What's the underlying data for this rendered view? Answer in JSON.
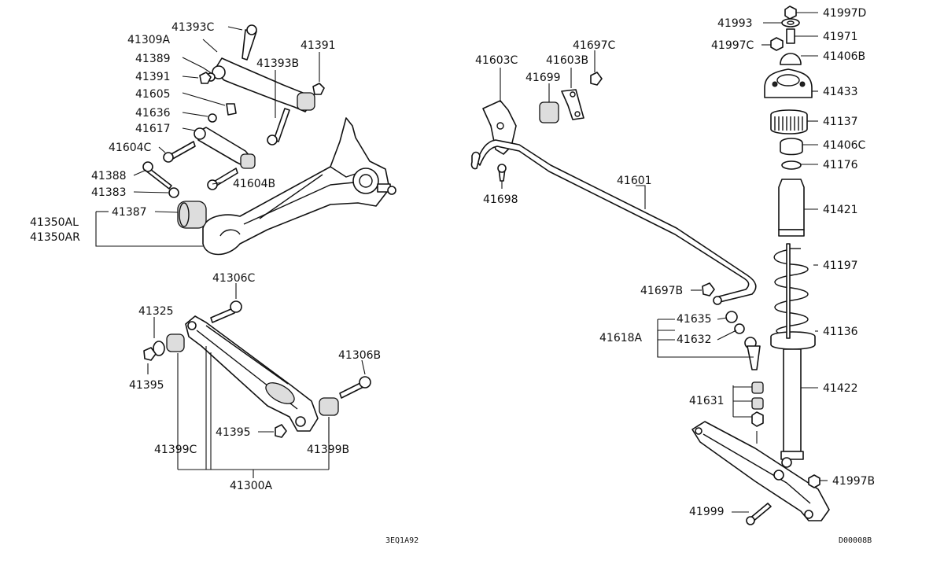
{
  "labels": {
    "p41393C": "41393C",
    "p41309A": "41309A",
    "p41389": "41389",
    "p41391a": "41391",
    "p41391b": "41391",
    "p41393B": "41393B",
    "p41605": "41605",
    "p41636": "41636",
    "p41617": "41617",
    "p41604C": "41604C",
    "p41388": "41388",
    "p41604B": "41604B",
    "p41383": "41383",
    "p41387": "41387",
    "p41350AL": "41350AL",
    "p41350AR": "41350AR",
    "p41306C": "41306C",
    "p41325": "41325",
    "p41395a": "41395",
    "p41306B": "41306B",
    "p41395b": "41395",
    "p41399C": "41399C",
    "p41399B": "41399B",
    "p41300A": "41300A",
    "p41603C": "41603C",
    "p41603B": "41603B",
    "p41697C": "41697C",
    "p41699": "41699",
    "p41698": "41698",
    "p41601": "41601",
    "p41697B": "41697B",
    "p41635": "41635",
    "p41618A": "41618A",
    "p41632": "41632",
    "p41631": "41631",
    "p41999": "41999",
    "p41997D": "41997D",
    "p41993": "41993",
    "p41971": "41971",
    "p41997C": "41997C",
    "p41406B": "41406B",
    "p41433": "41433",
    "p41137": "41137",
    "p41406C": "41406C",
    "p41176": "41176",
    "p41421": "41421",
    "p41197": "41197",
    "p41136": "41136",
    "p41422": "41422",
    "p41997B": "41997B"
  },
  "codes": {
    "left": "3EQ1A92",
    "right": "D00008B"
  }
}
